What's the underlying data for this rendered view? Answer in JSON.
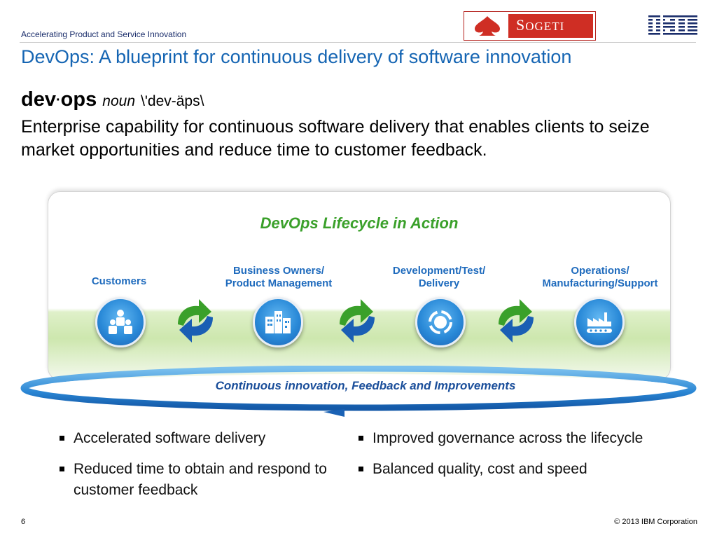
{
  "header": {
    "subtitle": "Accelerating Product and Service Innovation",
    "title": "DevOps: A blueprint for continuous delivery of software innovation",
    "logos": {
      "sogeti": "Sogeti",
      "ibm": "IBM"
    }
  },
  "definition": {
    "word_part1": "dev",
    "separator": "·",
    "word_part2": "ops",
    "pos": "noun",
    "pronunciation": "\\'dev-äps\\",
    "text": "Enterprise capability for continuous software delivery that enables clients to seize market opportunities and reduce time to customer feedback."
  },
  "lifecycle": {
    "title": "DevOps Lifecycle in Action",
    "stages": [
      {
        "line1": "Customers",
        "line2": "",
        "icon": "customers-icon"
      },
      {
        "line1": "Business Owners/",
        "line2": "Product Management",
        "icon": "buildings-icon"
      },
      {
        "line1": "Development/Test/",
        "line2": "Delivery",
        "icon": "cycle-icon"
      },
      {
        "line1": "Operations/",
        "line2": "Manufacturing/Support",
        "icon": "factory-icon"
      }
    ],
    "loop_text": "Continuous innovation, Feedback and Improvements"
  },
  "benefits": {
    "left": [
      "Accelerated software delivery",
      "Reduced time to obtain and respond to customer feedback"
    ],
    "right": [
      "Improved governance across the lifecycle",
      "Balanced quality, cost and speed"
    ]
  },
  "footer": {
    "page": "6",
    "copyright": "© 2013 IBM Corporation"
  },
  "colors": {
    "title_blue": "#1565b3",
    "green": "#3aa02a",
    "label_blue": "#1f6bbd",
    "sogeti_red": "#cf2e24"
  }
}
